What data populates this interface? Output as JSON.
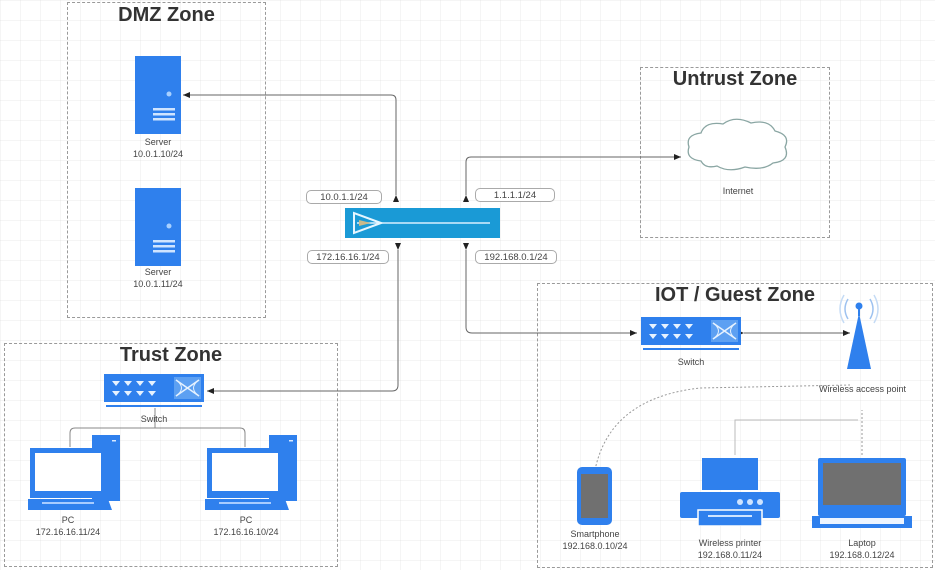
{
  "zones": {
    "dmz": {
      "title": "DMZ Zone"
    },
    "untrust": {
      "title": "Untrust Zone"
    },
    "trust": {
      "title": "Trust Zone"
    },
    "iot": {
      "title": "IOT / Guest Zone"
    }
  },
  "firewall": {
    "interfaces": {
      "dmz": "10.0.1.1/24",
      "untrust": "1.1.1.1/24",
      "trust": "172.16.16.1/24",
      "iot": "192.168.0.1/24"
    }
  },
  "dmz_devices": [
    {
      "type": "Server",
      "ip": "10.0.1.10/24"
    },
    {
      "type": "Server",
      "ip": "10.0.1.11/24"
    }
  ],
  "untrust_devices": [
    {
      "type": "Internet"
    }
  ],
  "trust_devices": {
    "switch": {
      "label": "Switch"
    },
    "pcs": [
      {
        "type": "PC",
        "ip": "172.16.16.11/24"
      },
      {
        "type": "PC",
        "ip": "172.16.16.10/24"
      }
    ]
  },
  "iot_devices": {
    "switch": {
      "label": "Switch"
    },
    "access_point": {
      "label": "Wireless access point"
    },
    "endpoints": [
      {
        "type": "Smartphone",
        "ip": "192.168.0.10/24"
      },
      {
        "type": "Wireless printer",
        "ip": "192.168.0.11/24"
      },
      {
        "type": "Laptop",
        "ip": "192.168.0.12/24"
      }
    ]
  },
  "colors": {
    "device_blue": "#2f80ed",
    "firewall_blue": "#1a9ad6",
    "screen_gray": "#707070"
  }
}
